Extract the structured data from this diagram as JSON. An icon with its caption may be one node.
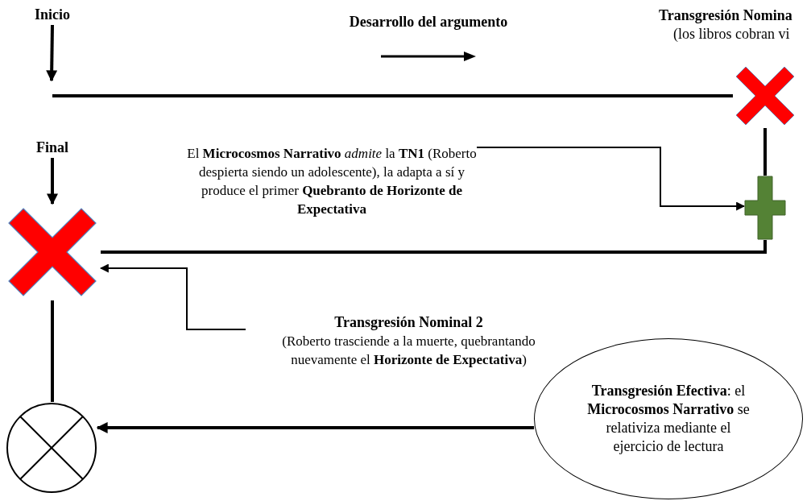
{
  "diagram": {
    "nodes": [
      {
        "text": [
          "Inicio"
        ]
      },
      {
        "text": [
          "Desarrollo del argumento"
        ]
      },
      {
        "text": [
          "Transgresión Nomina",
          "(los libros cobran vi"
        ]
      },
      {
        "text": [],
        "shape": "cross"
      },
      {
        "text": [],
        "shape": "plus"
      },
      {
        "text": [
          "Final"
        ]
      },
      {
        "text": [],
        "shape": "cross"
      },
      {
        "text": [],
        "shape": "circle"
      },
      {
        "text": [
          "El **Microcosmos Narrativo** *admite* la **TN1** (Roberto despierta siendo un adolescente), la adapta a sí y produce el primer **Quebranto de Horizonte de Expectativa**"
        ]
      },
      {
        "text": [
          "Transgresión Nominal 2",
          "(Roberto trasciende a la muerte, quebrantando nuevamente el **Horizonte de Expectativa**)"
        ]
      },
      {
        "text": [
          "**Transgresión Efectiva**: el **Microcosmos Narrativo** se relativiza mediante el ejercicio de lectura"
        ]
      }
    ],
    "edges": [
      {
        "from": 0,
        "to": null,
        "arrow": "to"
      },
      {
        "from": null,
        "to": 3,
        "arrow": "none"
      },
      {
        "from": 3,
        "to": 4,
        "arrow": "none"
      },
      {
        "from": 4,
        "to": 6,
        "arrow": "none"
      },
      {
        "from": 5,
        "to": 6,
        "arrow": "to"
      },
      {
        "from": 6,
        "to": 7,
        "arrow": "none"
      },
      {
        "from": 8,
        "to": 4,
        "arrow": "to"
      },
      {
        "from": 9,
        "to": 6,
        "arrow": "to"
      },
      {
        "from": 10,
        "to": 7,
        "arrow": "to"
      }
    ]
  }
}
